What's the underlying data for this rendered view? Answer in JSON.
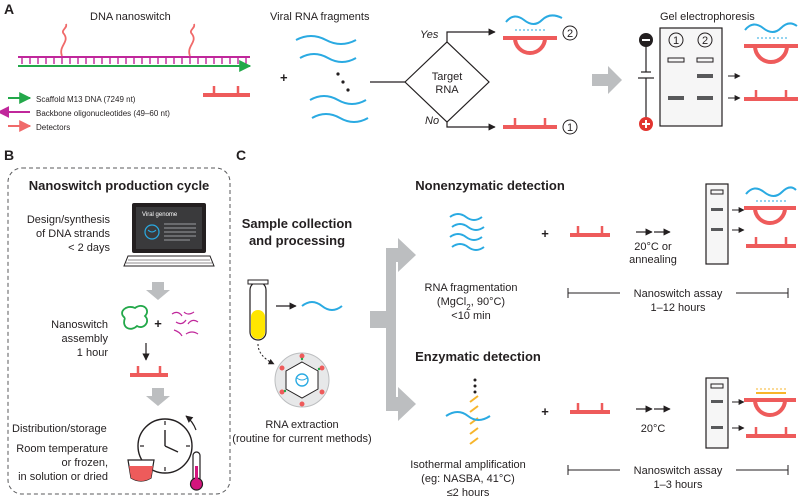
{
  "panels": {
    "a": "A",
    "b": "B",
    "c": "C"
  },
  "a": {
    "dna_title": "DNA nanoswitch",
    "viral_title": "Viral RNA fragments",
    "gel_title": "Gel electrophoresis",
    "legend": {
      "scaffold": "Scaffold M13 DNA (7249 nt)",
      "backbone": "Backbone oligonucleotides (49–60 nt)",
      "detectors": "Detectors"
    },
    "decision": {
      "line1": "Target",
      "line2": "RNA",
      "yes": "Yes",
      "no": "No"
    },
    "outcome_yes": "2",
    "outcome_no": "1",
    "lane1": "1",
    "lane2": "2",
    "plus": "+"
  },
  "b": {
    "title": "Nanoswitch production cycle",
    "design": [
      "Design/synthesis",
      "of DNA strands",
      "< 2 days"
    ],
    "genome_label": "Viral genome",
    "assembly": [
      "Nanoswitch",
      "assembly",
      "1 hour"
    ],
    "plus": "+",
    "distribution": "Distribution/storage",
    "storage": [
      "Room temperature",
      "or frozen,",
      "in solution or dried"
    ]
  },
  "c": {
    "sample": [
      "Sample collection",
      "and processing"
    ],
    "extraction": [
      "RNA extraction",
      "(routine for current methods)"
    ],
    "nonenzymatic": {
      "title": "Nonenzymatic detection",
      "fragmentation": [
        "RNA fragmentation",
        "(MgCl",
        "2",
        ", 90°C)",
        "<10 min"
      ],
      "condition": [
        "20°C or",
        "annealing"
      ],
      "assay": "Nanoswitch assay",
      "duration": "1–12 hours"
    },
    "enzymatic": {
      "title": "Enzymatic detection",
      "amplification": [
        "Isothermal amplification",
        "(eg: NASBA, 41°C)",
        "≤2 hours"
      ],
      "condition": "20°C",
      "assay": "Nanoswitch assay",
      "duration": "1–3 hours"
    },
    "plus": "+"
  },
  "colors": {
    "scaffold": "#23a84a",
    "backbone": "#c0279b",
    "detector": "#f06a6a",
    "nanoswitch": "#ee5b5b",
    "rna": "#2aaae2",
    "grey_arrow": "#bcbec0",
    "gel_fill": "#f6f6f6",
    "band": "#58595b",
    "electrode_neg": "#231f20",
    "electrode_pos": "#e2342f",
    "sample_yellow": "#ffe600",
    "amplicon": "#f7b52c"
  }
}
